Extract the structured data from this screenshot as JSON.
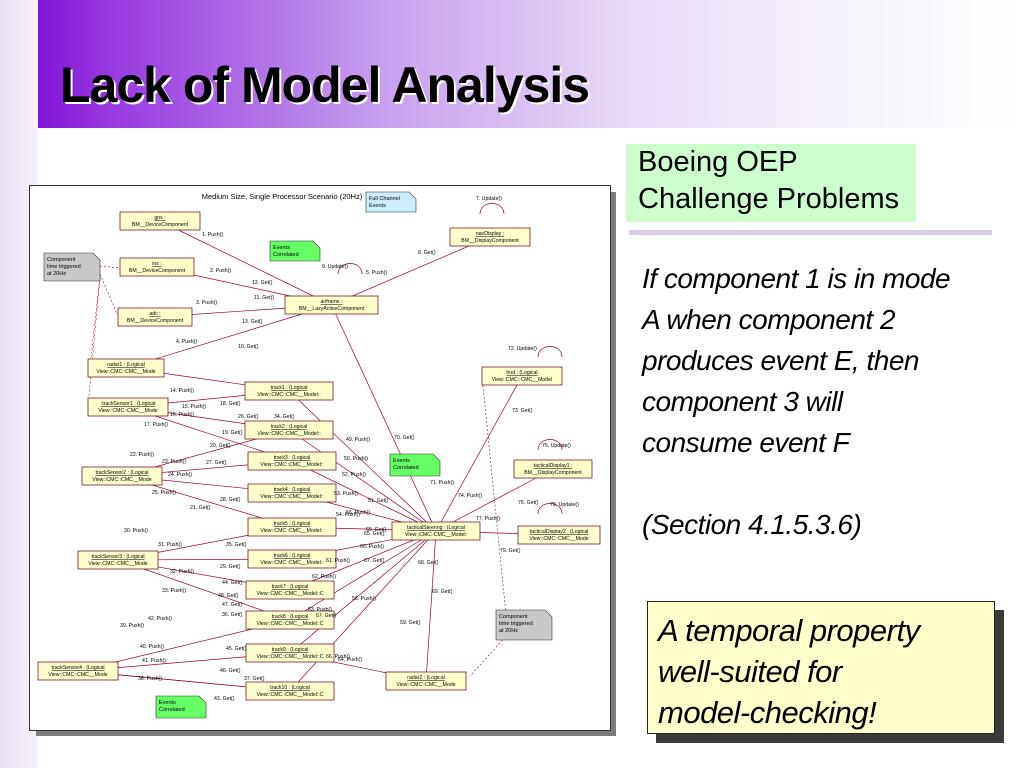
{
  "slide": {
    "title": "Lack of Model Analysis",
    "oep_heading": [
      "Boeing OEP",
      "Challenge Problems"
    ],
    "quote_lines": [
      "If component 1 is in mode",
      "A when component 2",
      "produces event E, then",
      "component 3 will",
      "consume event F"
    ],
    "section_ref": "(Section 4.1.5.3.6)",
    "callout_lines": [
      "A temporal property",
      "well-suited for",
      "model-checking!"
    ],
    "colors": {
      "banner_start": "#7a00d6",
      "oep_bg": "#ccffcc",
      "callout_bg": "#ffffcc",
      "note_green": "#66ff66",
      "box_yellow": "#ffffcc",
      "link_red": "#990033"
    }
  },
  "diagram": {
    "title": "Medium Size, Single Processor Scenario (20Hz)",
    "notes": [
      {
        "id": "full-channel",
        "lines": [
          "Full Channel",
          "Events"
        ],
        "style": "blue"
      },
      {
        "id": "events-correlated-1",
        "lines": [
          "Events",
          "Correlated"
        ],
        "style": "green"
      },
      {
        "id": "events-correlated-2",
        "lines": [
          "Events",
          "Correlated"
        ],
        "style": "green"
      },
      {
        "id": "events-correlated-3",
        "lines": [
          "Events",
          "Correlated"
        ],
        "style": "green"
      },
      {
        "id": "component-time-1",
        "lines": [
          "Component",
          "time triggered",
          "at 20Hz"
        ],
        "style": "gray"
      },
      {
        "id": "component-time-2",
        "lines": [
          "Component",
          "time triggered",
          "at 20Hz"
        ],
        "style": "gray"
      }
    ],
    "components": [
      {
        "id": "gps",
        "lines": [
          "gps :",
          "BM__DeviceComponent"
        ]
      },
      {
        "id": "ins",
        "lines": [
          "ins :",
          "BM__DeviceComponent"
        ]
      },
      {
        "id": "adc",
        "lines": [
          "adc :",
          "BM__DeviceComponent"
        ]
      },
      {
        "id": "navDisplay",
        "lines": [
          "navDisplay :",
          "BM__DisplayComponent"
        ]
      },
      {
        "id": "airframe",
        "lines": [
          "airframe :",
          "BM__LazyActiveComponent"
        ]
      },
      {
        "id": "hud",
        "lines": [
          "hud : (Logical",
          "View::CMC::CMC__Model"
        ]
      },
      {
        "id": "radar1",
        "lines": [
          "radar1 : (Logical",
          "View::CMC::CMC__Mode"
        ]
      },
      {
        "id": "trackSensor1",
        "lines": [
          ":trackSensor1 : (Logical",
          "View::CMC::CMC__Mode"
        ]
      },
      {
        "id": "trackSensor2",
        "lines": [
          "trackSensor2 : (Logical",
          "View::CMC::CMC__Mode"
        ]
      },
      {
        "id": "trackSensor3",
        "lines": [
          "trackSensor3 : (Logical",
          "View::CMC::CMC__Mode"
        ]
      },
      {
        "id": "trackSensor4",
        "lines": [
          "trackSensor4 : (Logical",
          "View::CMC::CMC__Mode"
        ]
      },
      {
        "id": "track1",
        "lines": [
          "track1 : (Logical",
          "View::CMC::CMC__Model::"
        ]
      },
      {
        "id": "track2",
        "lines": [
          "track2 : (Logical",
          "View::CMC::CMC__Model::"
        ]
      },
      {
        "id": "track3",
        "lines": [
          "track3 : (Logical",
          "View::CMC::CMC__Model::"
        ]
      },
      {
        "id": "track4",
        "lines": [
          "track4 : (Logical",
          "View::CMC::CMC__Model::"
        ]
      },
      {
        "id": "track5",
        "lines": [
          "track5 : (Logical",
          "View::CMC::CMC__Model::"
        ]
      },
      {
        "id": "track6",
        "lines": [
          "track6 : (Logical",
          "View::CMC::CMC__Model::"
        ]
      },
      {
        "id": "track7",
        "lines": [
          "track7 : (Logical",
          "View::CMC::CMC__Model::C"
        ]
      },
      {
        "id": "track8",
        "lines": [
          "track8 : (Logical",
          "View::CMC::CMC__Model::C"
        ]
      },
      {
        "id": "track9",
        "lines": [
          "track9 : (Logical",
          "View::CMC::CMC__Model::C"
        ]
      },
      {
        "id": "track10",
        "lines": [
          "track10 : (Logical",
          "View::CMC::CMC__Model::C"
        ]
      },
      {
        "id": "tacticalSteering",
        "lines": [
          "tacticalSteering : (Logical",
          "View::CMC::CMC__Model:"
        ]
      },
      {
        "id": "tacticalDisplay1",
        "lines": [
          "tacticalDisplay1 :",
          "BM__DisplayComponent"
        ]
      },
      {
        "id": "tacticalDisplay2",
        "lines": [
          "tacticalDisplay2 : (Logical",
          "View::CMC::CMC__Mode"
        ]
      },
      {
        "id": "radar2",
        "lines": [
          "radar2 : (Logical",
          "View::CMC::CMC__Mode"
        ]
      }
    ],
    "messages": [
      "1. Push()",
      "2. Push()",
      "3. Push()",
      "4. Push()",
      "5. Push()",
      "7. Update()",
      "8. Get()",
      "9. Update()",
      "10. Get()",
      "11. Get()",
      "12. Get()",
      "13. Get()",
      "14. Push()",
      "15. Push()",
      "16. Push()",
      "17. Push()",
      "18. Get()",
      "19. Get()",
      "20. Get()",
      "21. Get()",
      "22. Push()",
      "23. Push()",
      "24. Push()",
      "25. Push()",
      "26. Get()",
      "27. Get()",
      "28. Get()",
      "29. Get()",
      "30. Push()",
      "31. Push()",
      "32. Push()",
      "33. Push()",
      "34. Get()",
      "35. Get()",
      "36. Get()",
      "37. Get()",
      "38. Push()",
      "39. Push()",
      "40. Push()",
      "41. Push()",
      "42. Push()",
      "43. Get()",
      "44. Get()",
      "45. Get()",
      "46. Get()",
      "47. Get()",
      "48. Get()",
      "49. Push()",
      "50. Push()",
      "51. Get()",
      "52. Push()",
      "53. Push()",
      "54. Push()",
      "55. Get()",
      "56. Push()",
      "57. Get()",
      "58. Push()",
      "59. Get()",
      "60. Push()",
      "61. Push()",
      "62. Push()",
      "63. Push()",
      "64. Push()",
      "65. Get()",
      "66. Push()",
      "67. Get()",
      "68. Get()",
      "69. Get()",
      "70. Get()",
      "71. Push()",
      "72. Update()",
      "73. Get()",
      "74. Push()",
      "75. Update()",
      "76. Get()",
      "77. Push()",
      "78. Update()",
      "79. Get()"
    ]
  }
}
